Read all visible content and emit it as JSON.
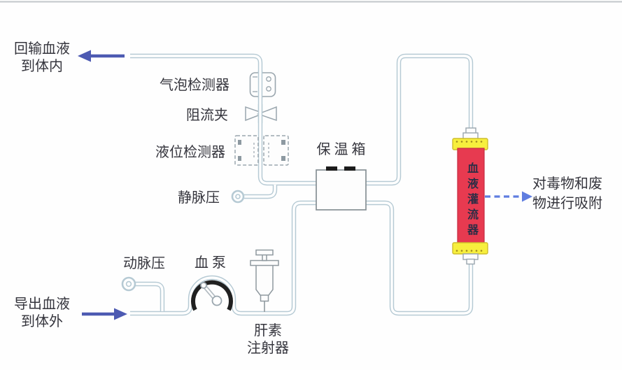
{
  "diagram": {
    "type": "hemoperfusion-circuit-schematic",
    "labels": {
      "return_blood": {
        "line1": "回输血液",
        "line2": "到体内"
      },
      "export_blood": {
        "line1": "导出血液",
        "line2": "到体外"
      },
      "bubble_detector": "气泡检测器",
      "flow_clamp": "阻流夹",
      "level_detector": "液位检测器",
      "warming_box": "保温箱",
      "venous_pressure": "静脉压",
      "arterial_pressure": "动脉压",
      "blood_pump": "血泵",
      "heparin_injector": {
        "line1": "肝素",
        "line2": "注射器"
      },
      "perfusion_cartridge": "血液灌流器",
      "adsorption_note": {
        "line1": "对毒物和废",
        "line2": "物进行吸附"
      }
    },
    "colors": {
      "tube": "#b6cad4",
      "solid_arrow": "#4d5ab2",
      "dashed_arrow": "#5f7de0",
      "cartridge_body": "#e73a50",
      "cartridge_caps": "#f7ef3d",
      "pump_housing": "#202020",
      "text": "#35353d"
    }
  }
}
